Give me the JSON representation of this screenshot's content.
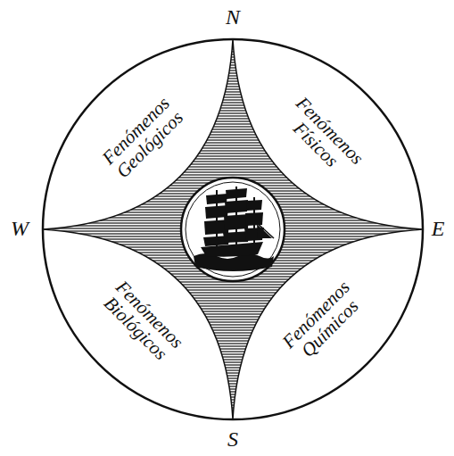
{
  "diagram": {
    "labels": [
      "N",
      "Fenómenos Geológicos",
      "Fenómenos Físicos",
      "W",
      "E",
      "Fenómenos Biológicos",
      "Fenómenos Químicos",
      "S"
    ]
  }
}
